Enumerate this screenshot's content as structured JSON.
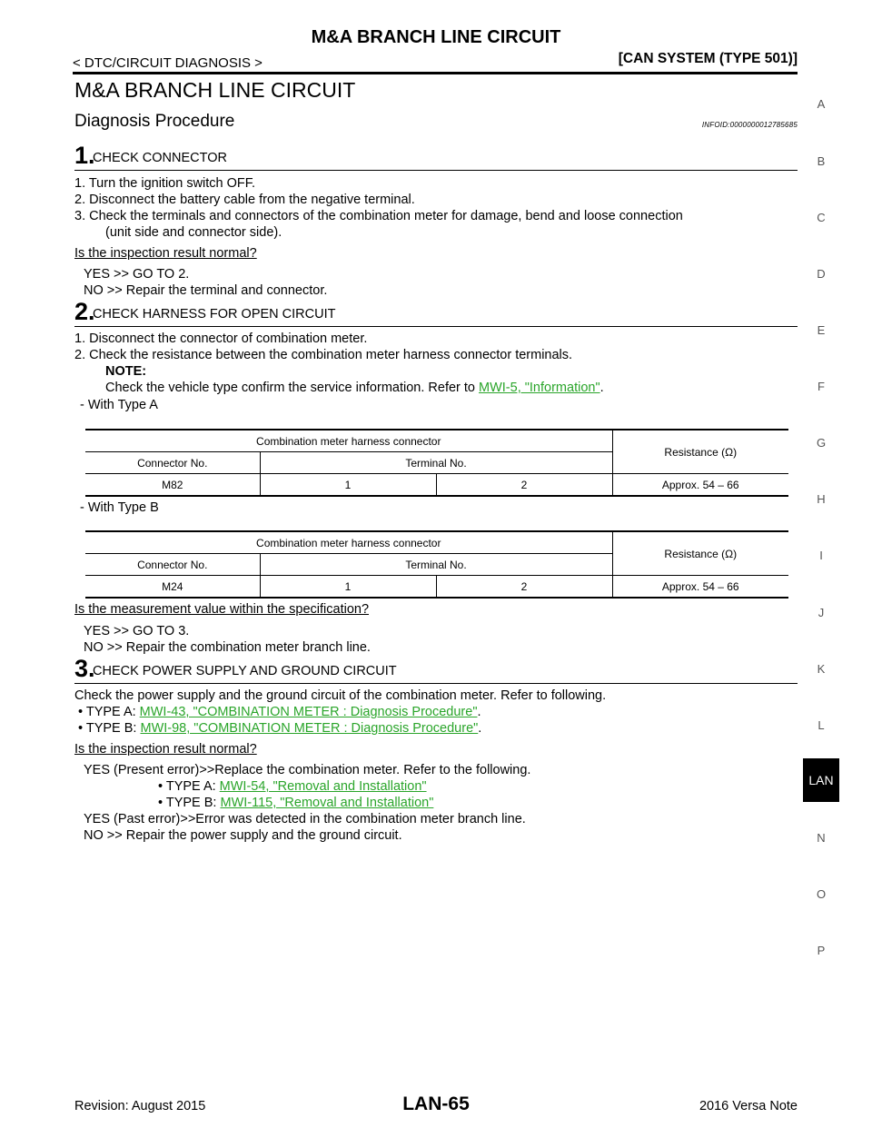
{
  "header": {
    "running_title": "M&A BRANCH LINE CIRCUIT",
    "left": "< DTC/CIRCUIT DIAGNOSIS >",
    "right": "[CAN SYSTEM (TYPE 501)]"
  },
  "section_title": "M&A BRANCH LINE CIRCUIT",
  "procedure": {
    "title": "Diagnosis Procedure",
    "infoid": "INFOID:0000000012785685"
  },
  "step1": {
    "num": "1.",
    "title": "CHECK CONNECTOR",
    "items": [
      "1. Turn the ignition switch OFF.",
      "2. Disconnect the battery cable from the negative terminal.",
      "3. Check the terminals and connectors of the combination meter for damage, bend and loose connection",
      "(unit side and connector side)."
    ],
    "question": "Is the inspection result normal?",
    "yes": "YES      >> GO TO 2.",
    "no": "NO       >> Repair the terminal and connector."
  },
  "step2": {
    "num": "2.",
    "title": "CHECK HARNESS FOR OPEN CIRCUIT",
    "items": [
      "1. Disconnect the connector of combination meter.",
      "2. Check the resistance between the combination meter harness connector terminals."
    ],
    "note_label": "NOTE:",
    "note_text": "Check the vehicle type confirm the service information. Refer to ",
    "note_link": "MWI-5, \"Information\"",
    "note_end": ".",
    "type_a": "-    With Type A",
    "type_b": "-    With Type B",
    "table_a": {
      "header": "Combination meter harness connector",
      "resistance": "Resistance (Ω)",
      "connector_col": "Connector No.",
      "terminal_col": "Terminal No.",
      "connector": "M82",
      "term1": "1",
      "term2": "2",
      "value": "Approx. 54 – 66"
    },
    "table_b": {
      "header": "Combination meter harness connector",
      "resistance": "Resistance (Ω)",
      "connector_col": "Connector No.",
      "terminal_col": "Terminal No.",
      "connector": "M24",
      "term1": "1",
      "term2": "2",
      "value": "Approx. 54 – 66"
    },
    "question": "Is the measurement value within the specification?",
    "yes": "YES      >> GO TO 3.",
    "no": "NO       >> Repair the combination meter branch line."
  },
  "step3": {
    "num": "3.",
    "title": "CHECK POWER SUPPLY AND GROUND CIRCUIT",
    "intro": "Check the power supply and the ground circuit of the combination meter. Refer to following.",
    "type_a_prefix": "• TYPE A: ",
    "type_a_link": "MWI-43, \"COMBINATION METER : Diagnosis Procedure\"",
    "type_b_prefix": "• TYPE B: ",
    "type_b_link": "MWI-98, \"COMBINATION METER : Diagnosis Procedure\"",
    "end": ".",
    "question": "Is the inspection result normal?",
    "yes_present": "YES (Present error)>>Replace the combination meter. Refer to the following.",
    "sub_a_prefix": "• TYPE A: ",
    "sub_a_link": "MWI-54, \"Removal and Installation\"",
    "sub_b_prefix": "• TYPE B: ",
    "sub_b_link": "MWI-115, \"Removal and Installation\"",
    "yes_past": "YES (Past error)>>Error was detected in the combination meter branch line.",
    "no": "NO       >> Repair the power supply and the ground circuit."
  },
  "sidenav": [
    "A",
    "B",
    "C",
    "D",
    "E",
    "F",
    "G",
    "H",
    "I",
    "J",
    "K",
    "L",
    "N",
    "O",
    "P"
  ],
  "active_tab": "LAN",
  "footer": {
    "left": "Revision: August 2015",
    "center": "LAN-65",
    "right": "2016 Versa Note"
  },
  "colors": {
    "link": "#2aa52a",
    "tab_bg": "#000000"
  }
}
